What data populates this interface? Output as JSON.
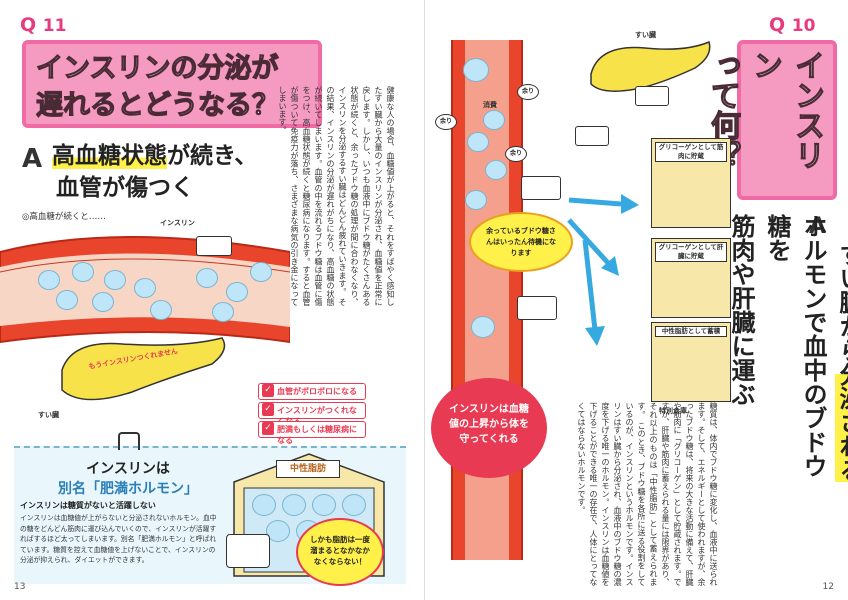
{
  "left": {
    "q_prefix": "Q",
    "q_number": "11",
    "title_line1": "インスリンの分泌が",
    "title_line2": "遅れるとどうなる？",
    "answer_letter": "A",
    "answer_line1_hl": "高血糖状態",
    "answer_line1_rest": "が続き、",
    "answer_line2": "血管が傷つく",
    "caption": "◎高血糖が続くと……",
    "label_insulin": "インスリン",
    "label_suizo": "すい臓",
    "label_mou": "もうインスリンつくれません",
    "checks": [
      "血管がボロボロになる",
      "インスリンがつくれなくなる",
      "肥満もしくは糖尿病になる"
    ],
    "body_p1": "健康な人の場合、血糖値が上がると、それをすばやく感知したすい臓から大量のインスリンが分泌され、血糖値を正常に戻します。しかし、いつも血液中にブドウ糖がたくさんある状態が続くと、余ったブドウ糖の処理が間に合わなくなり、インスリンを分泌するすい臓はどんどん疲れていきます。",
    "body_p2": "その結果、インスリンの分泌が遅れがちになり、高血糖の状態が続いてしまいます。血管の中を流れるブドウ糖は血管に傷をつけ、高血糖状態が続くと糖尿病になります。すると血管が傷ついて免疫力が落ち、さまざまな病気の引き金になってしまいます。",
    "box_title_line1": "インスリンは",
    "box_title_line2": "別名「肥満ホルモン」",
    "box_subtitle": "インスリンは糖質がないと活躍しない",
    "box_body": "インスリンは血糖値が上がらないと分泌されないホルモン。血中の糖をどんどん筋肉に運び込んでいくので、インスリンが活躍すればするほど太ってしまいます。別名「肥満ホルモン」と呼ばれています。糖質を控えて血糖値を上げないことで、インスリンの分泌が抑えられ、ダイエットができます。",
    "warehouse_sign": "中性脂肪",
    "speech": "しかも脂肪は一度溜まるとなかなかなくならない！",
    "page_number": "13"
  },
  "right": {
    "q_prefix": "Q",
    "q_number": "10",
    "title_line1": "インスリン",
    "title_line2": "って何？",
    "answer_letter": "A",
    "answer_line1": "すい臓から分泌される",
    "answer_line2": "ホルモンで血中のブドウ糖を",
    "answer_line3": "筋肉や肝臓に運ぶ",
    "label_suizo": "すい臓",
    "label_shouhi": "消費",
    "label_amari": "余り",
    "bubble_stock": "余っているブドウ糖さんはいったん待機になります",
    "bubble_protect": "インスリンは血糖値の上昇から体を守ってくれる",
    "warehouse_1": "グリコーゲンとして筋肉に貯蔵",
    "warehouse_2": "グリコーゲンとして肝臓に貯蔵",
    "warehouse_3": "中性脂肪として蓄積",
    "label_tokubetsu": "特別倉庫",
    "body_p1": "糖質は、体内でブドウ糖に変化し、血液中に送られます。そして、エネルギーとして使われますが、余ったブドウ糖は、将来の大きな活動に備えて、肝臓や筋肉に「グリコーゲン」として貯蔵されます。ですが、肝臓や筋肉に蓄えられる量には限界があり、それ以上のものは「中性脂肪」として蓄えられます。",
    "body_p2": "このとき、ブドウ糖を各所に送る役割をしているのが、インスリンというホルモンです。インスリンはすい臓から分泌され、血液中のブドウ糖の濃度を下げる唯一のホルモン。インスリンは血糖値を下げることができる唯一の存在で、人体にとってなくてはならないホルモンです。",
    "page_number": "12"
  },
  "colors": {
    "pink": "#f59ac0",
    "pink_border": "#f06aa5",
    "vessel_red": "#e8452c",
    "highlight": "#fff04a",
    "arrow_blue": "#36a9e1",
    "glucose_blue": "#bfe6f8"
  }
}
